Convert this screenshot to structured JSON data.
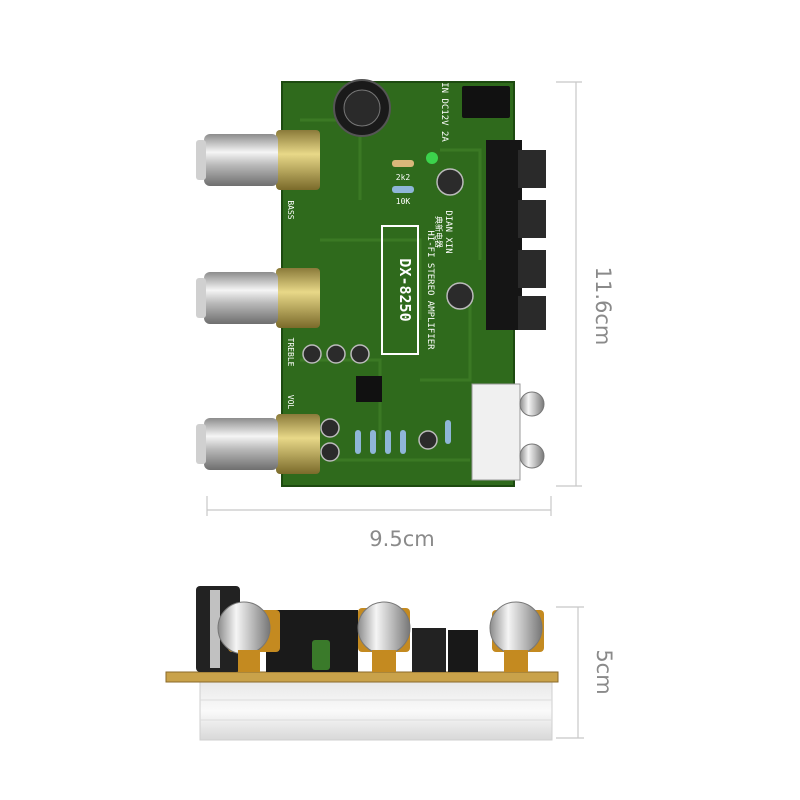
{
  "dimensions": {
    "width": "9.5cm",
    "length": "11.6cm",
    "height": "5cm"
  },
  "board": {
    "model": "DX-8250",
    "subtitle": "HI-FI STEREO AMPLIFIER",
    "brand": "DIAN XIN",
    "brand_cn": "典新电器",
    "power_label": "IN DC12V 2A",
    "knob_labels": [
      "BASS",
      "TREBLE",
      "VOL"
    ],
    "resistor_label_a": "2k2",
    "resistor_label_b": "10K"
  },
  "colors": {
    "pcb": "#2f6a1c",
    "dimension_line": "#c8c8c8",
    "dimension_text": "#8a8a8a"
  }
}
